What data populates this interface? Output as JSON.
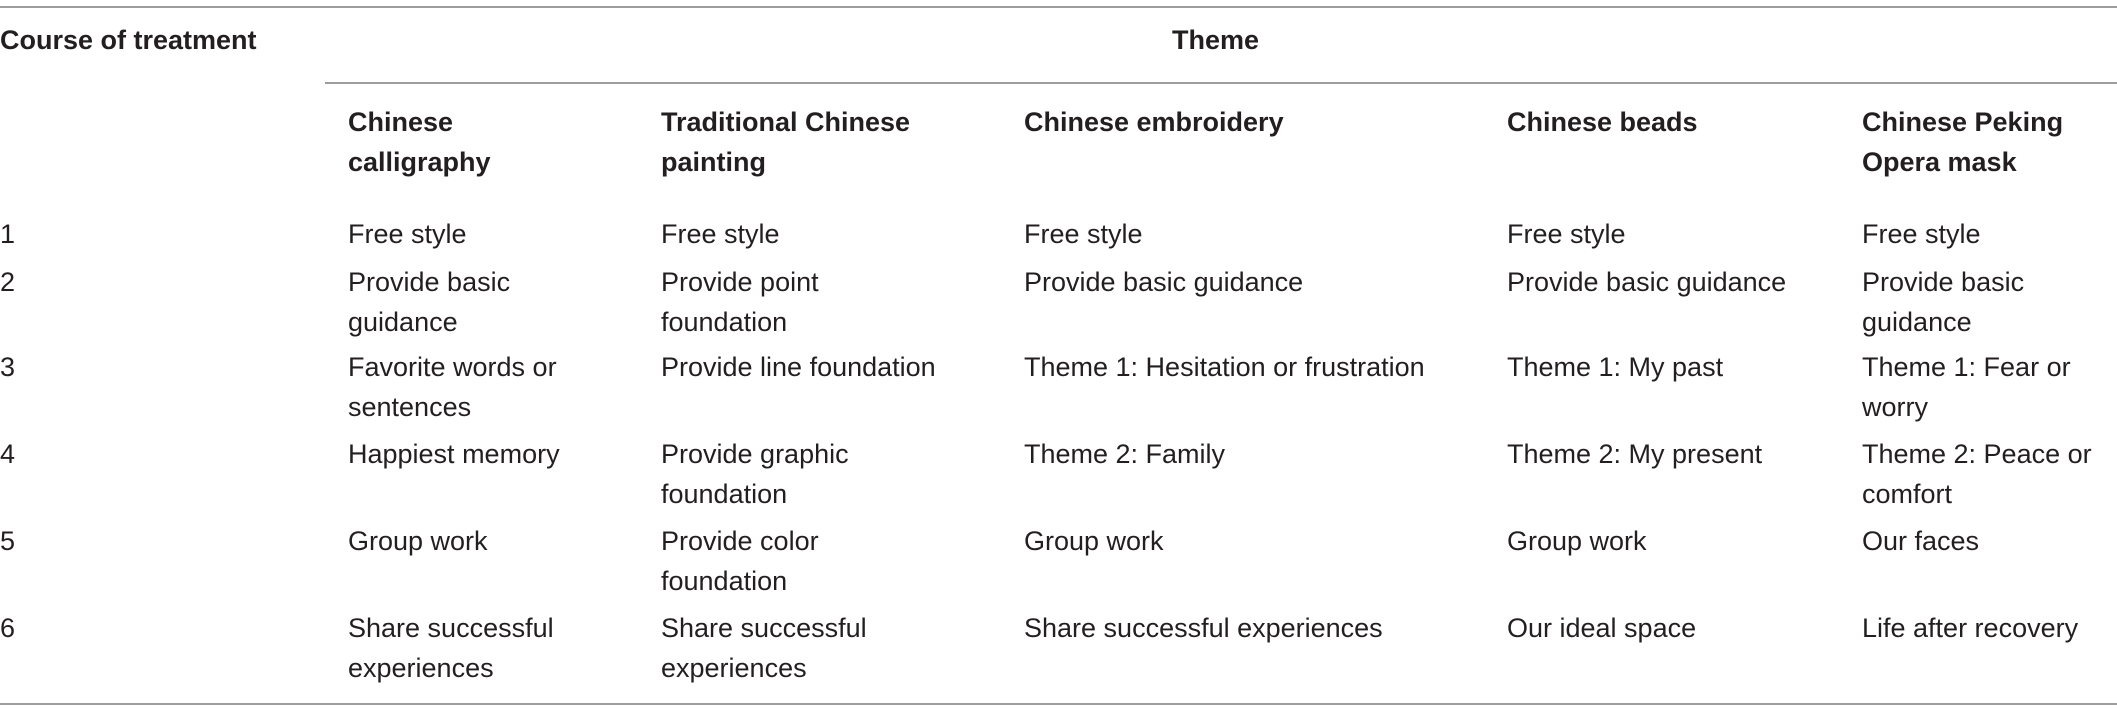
{
  "table": {
    "header": {
      "course": "Course of treatment",
      "theme": "Theme",
      "columns": [
        [
          "Chinese",
          "calligraphy"
        ],
        [
          "Traditional Chinese",
          "painting"
        ],
        [
          "Chinese embroidery"
        ],
        [
          "Chinese beads"
        ],
        [
          "Chinese Peking",
          "Opera mask"
        ]
      ]
    },
    "rows": [
      {
        "course": "1",
        "cells": [
          [
            "Free style"
          ],
          [
            "Free style"
          ],
          [
            "Free style"
          ],
          [
            "Free style"
          ],
          [
            "Free style"
          ]
        ]
      },
      {
        "course": "2",
        "cells": [
          [
            "Provide basic",
            "guidance"
          ],
          [
            "Provide point",
            "foundation"
          ],
          [
            "Provide basic guidance"
          ],
          [
            "Provide basic guidance"
          ],
          [
            "Provide basic",
            "guidance"
          ]
        ]
      },
      {
        "course": "3",
        "cells": [
          [
            "Favorite words or",
            "sentences"
          ],
          [
            "Provide line foundation"
          ],
          [
            "Theme 1: Hesitation or frustration"
          ],
          [
            "Theme 1: My past"
          ],
          [
            "Theme 1: Fear or",
            "worry"
          ]
        ]
      },
      {
        "course": "4",
        "cells": [
          [
            "Happiest memory"
          ],
          [
            "Provide graphic",
            "foundation"
          ],
          [
            "Theme 2: Family"
          ],
          [
            "Theme 2: My present"
          ],
          [
            "Theme 2: Peace or",
            "comfort"
          ]
        ]
      },
      {
        "course": "5",
        "cells": [
          [
            "Group work"
          ],
          [
            "Provide color",
            "foundation"
          ],
          [
            "Group work"
          ],
          [
            "Group work"
          ],
          [
            "Our faces"
          ]
        ]
      },
      {
        "course": "6",
        "cells": [
          [
            "Share successful",
            "experiences"
          ],
          [
            "Share successful",
            "experiences"
          ],
          [
            "Share successful experiences"
          ],
          [
            "Our ideal space"
          ],
          [
            "Life after recovery"
          ]
        ]
      }
    ]
  }
}
